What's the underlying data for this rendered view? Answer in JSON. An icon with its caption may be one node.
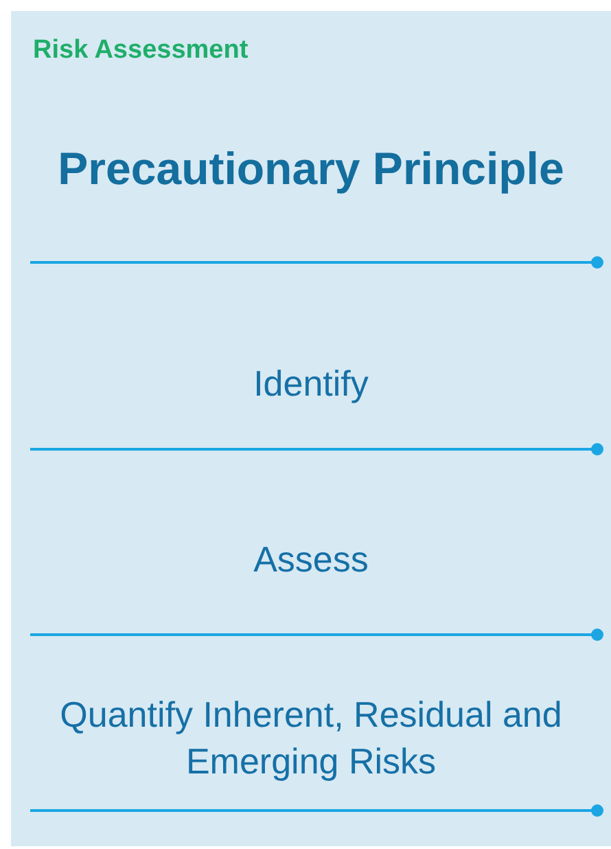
{
  "diagram": {
    "nodes": [
      {
        "text": [
          "Risk Assessment"
        ]
      },
      {
        "text": [
          "Precautionary Principle"
        ],
        "in": 0
      },
      {
        "text": [
          "Identify"
        ],
        "in": 0
      },
      {
        "text": [
          "Assess"
        ],
        "in": 0
      },
      {
        "text": [
          "Quantify Inherent, Residual and Emerging Risks"
        ],
        "in": 0
      }
    ],
    "edges": []
  }
}
